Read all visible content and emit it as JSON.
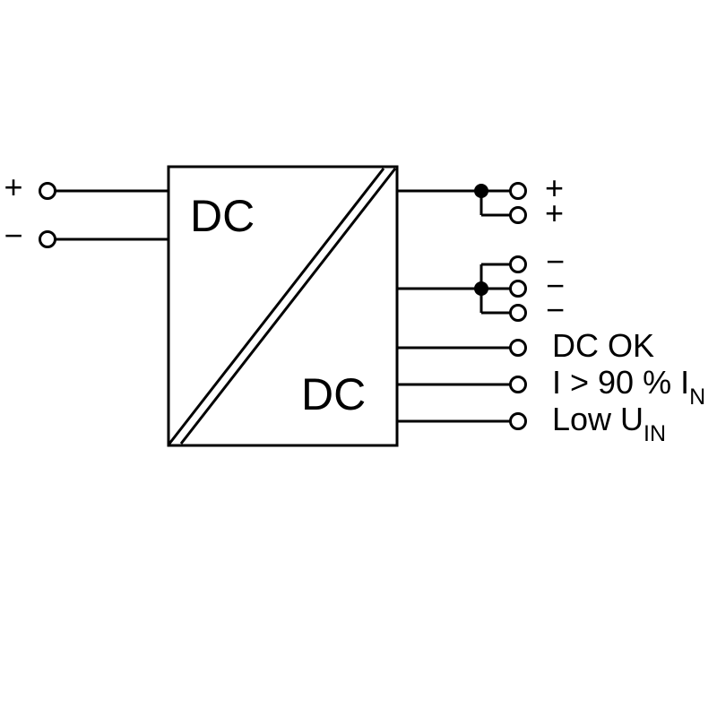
{
  "page": {
    "background": "#ffffff",
    "line_color": "#000000",
    "description": "DC/DC converter block diagram"
  },
  "converter": {
    "input_side_label": "DC",
    "output_side_label": "DC"
  },
  "inputs": [
    {
      "label": "+"
    },
    {
      "label": "−"
    }
  ],
  "outputs": {
    "positive_labels": [
      "+",
      "+"
    ],
    "negative_labels": [
      "−",
      "−",
      "−"
    ]
  },
  "signals": [
    {
      "label": "DC OK",
      "subscript": ""
    },
    {
      "label": "I > 90 % I",
      "subscript": "N"
    },
    {
      "label": "Low U",
      "subscript": "IN"
    }
  ]
}
